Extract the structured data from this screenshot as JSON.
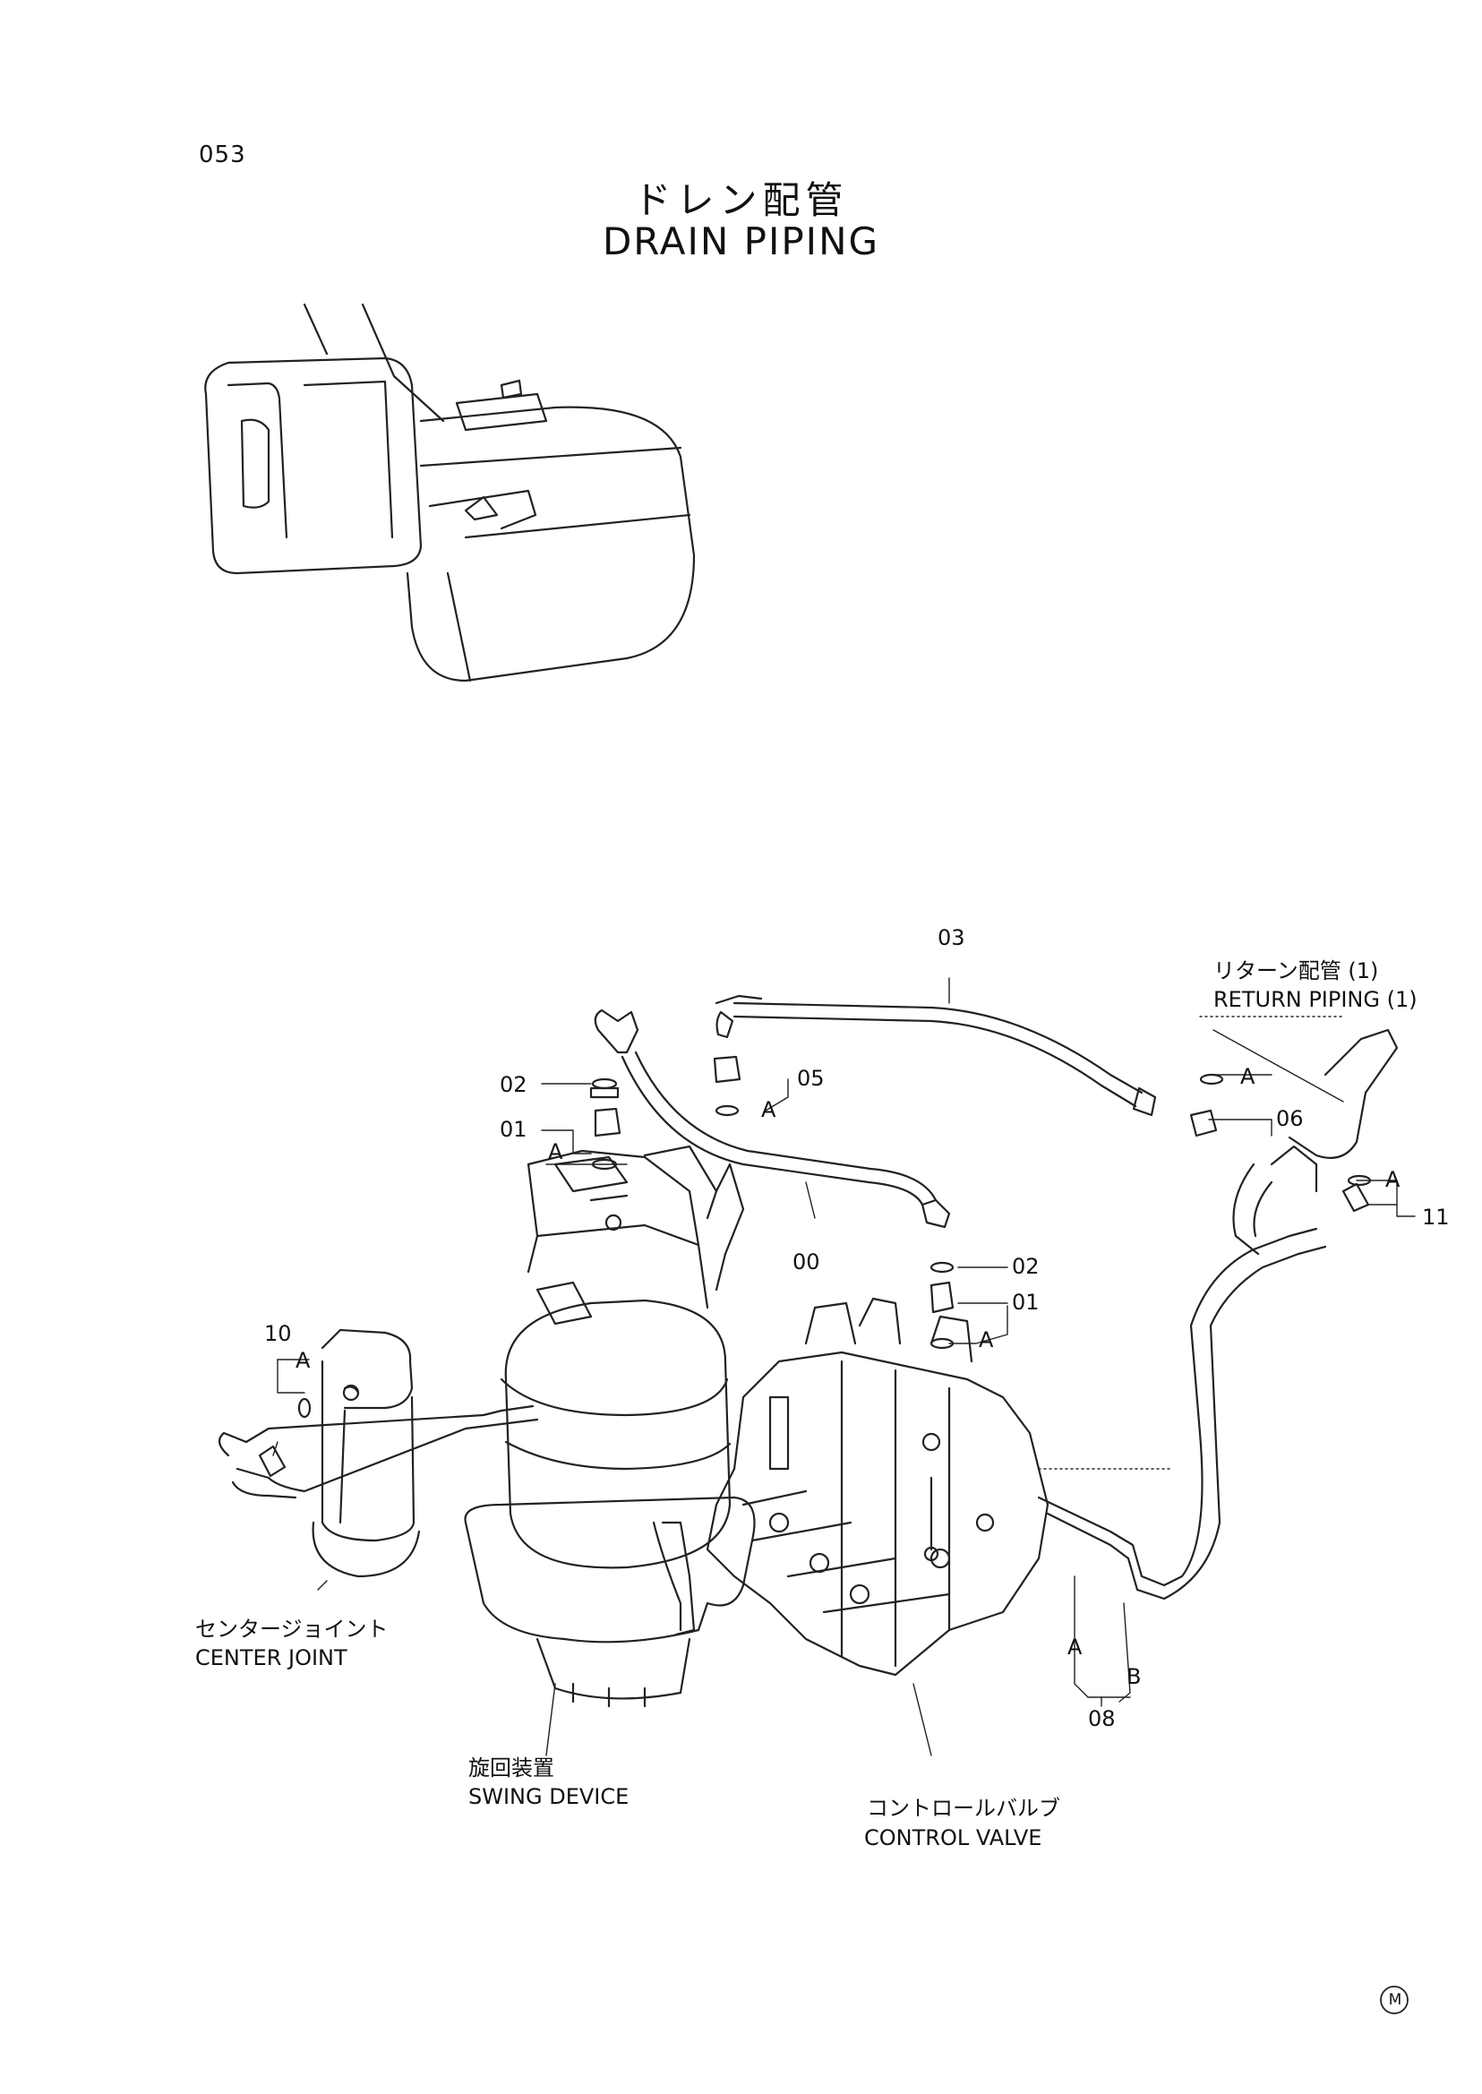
{
  "page": {
    "number": "053",
    "title_jp": "ドレン配管",
    "title_en": "DRAIN  PIPING",
    "corner_mark": "M"
  },
  "parts": {
    "p00": "00",
    "p01_left": "01",
    "p01_right": "01",
    "p02_left": "02",
    "p02_right": "02",
    "p03": "03",
    "p05": "05",
    "p06": "06",
    "p08": "08",
    "p10": "10",
    "p11": "11"
  },
  "callouts": {
    "a_left_top": "A",
    "a_left_mid": "A",
    "a_center_right": "A",
    "a_right_06": "A",
    "a_right_11": "A",
    "a_joint": "A",
    "a_hose": "A",
    "b_hose": "B"
  },
  "components": {
    "return_piping_jp": "リターン配管 (1)",
    "return_piping_en": "RETURN  PIPING (1)",
    "center_joint_jp": "センタージョイント",
    "center_joint_en": "CENTER JOINT",
    "swing_device_jp": "旋回装置",
    "swing_device_en": "SWING DEVICE",
    "control_valve_jp": "コントロールバルブ",
    "control_valve_en": "CONTROL VALVE"
  }
}
